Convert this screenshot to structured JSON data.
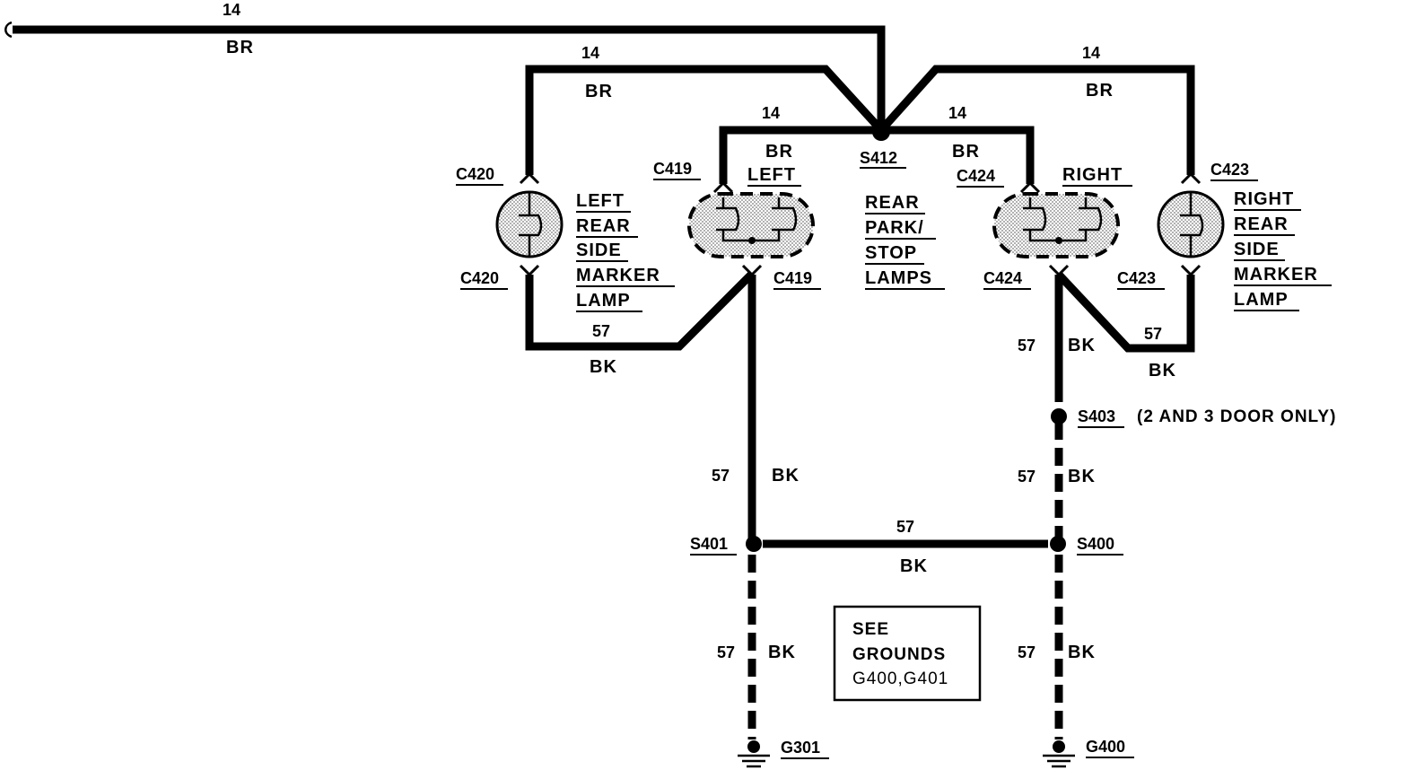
{
  "wires": {
    "feed_gauge": "14",
    "feed_color": "BR",
    "outer_left_gauge": "14",
    "outer_left_color": "BR",
    "outer_right_gauge": "14",
    "outer_right_color": "BR",
    "inner_left_gauge": "14",
    "inner_left_color": "BR",
    "inner_right_gauge": "14",
    "inner_right_color": "BR",
    "ground_left_side_gauge": "57",
    "ground_left_side_color": "BK",
    "ground_right_side_gauge": "57",
    "ground_right_side_color": "BK",
    "left_mid_gauge": "57",
    "left_mid_color": "BK",
    "right_upper_gauge": "57",
    "right_upper_color": "BK",
    "right_mid_gauge": "57",
    "right_mid_color": "BK",
    "cross_gauge": "57",
    "cross_color": "BK",
    "left_low_gauge": "57",
    "left_low_color": "BK",
    "right_low_gauge": "57",
    "right_low_color": "BK"
  },
  "splices": {
    "s412": "S412",
    "s403": "S403",
    "s403_note": "(2 AND 3 DOOR ONLY)",
    "s401": "S401",
    "s400": "S400"
  },
  "connectors": {
    "c420_top": "C420",
    "c420_bottom": "C420",
    "c419_top": "C419",
    "c419_bottom": "C419",
    "c424_top": "C424",
    "c424_bottom": "C424",
    "c423_top": "C423",
    "c423_bottom": "C423"
  },
  "components": {
    "left_side_marker": [
      "LEFT",
      "REAR",
      "SIDE",
      "MARKER",
      "LAMP"
    ],
    "right_side_marker": [
      "RIGHT",
      "REAR",
      "SIDE",
      "MARKER",
      "LAMP"
    ],
    "left_park_stop": "LEFT",
    "right_park_stop": "RIGHT",
    "rear_park_stop": [
      "REAR",
      "PARK/",
      "STOP",
      "LAMPS"
    ]
  },
  "grounds": {
    "g301": "G301",
    "g400": "G400"
  },
  "note": {
    "line1": "SEE",
    "line2": "GROUNDS",
    "line3": "G400,G401"
  }
}
